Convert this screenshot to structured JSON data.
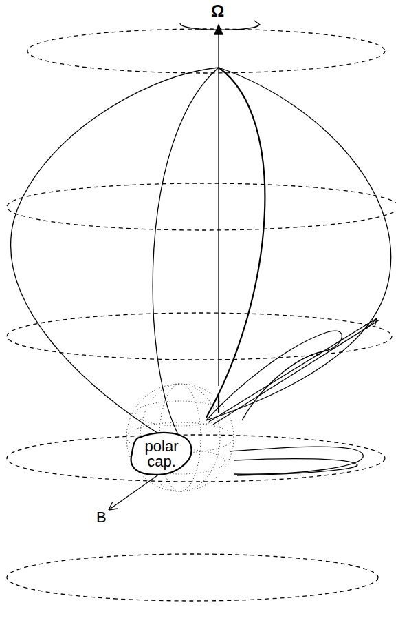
{
  "diagram": {
    "nodes": [
      {
        "text": [
          "polar cap."
        ]
      }
    ],
    "labels": [
      "Ω",
      "B"
    ]
  }
}
